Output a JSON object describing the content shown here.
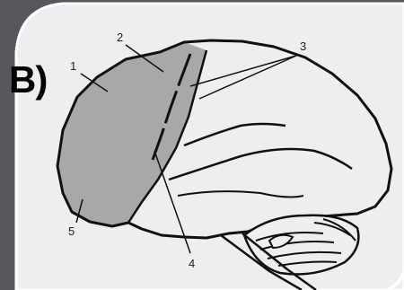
{
  "figure": {
    "panel_label": "B)",
    "callouts": [
      {
        "id": "1",
        "label": "1"
      },
      {
        "id": "2",
        "label": "2"
      },
      {
        "id": "3",
        "label": "3"
      },
      {
        "id": "4",
        "label": "4"
      },
      {
        "id": "5",
        "label": "5"
      }
    ]
  },
  "colors": {
    "background": "#56585e",
    "frame_fill": "#eceef0",
    "shaded_region": "#a8a8aa",
    "outline": "#111111"
  }
}
